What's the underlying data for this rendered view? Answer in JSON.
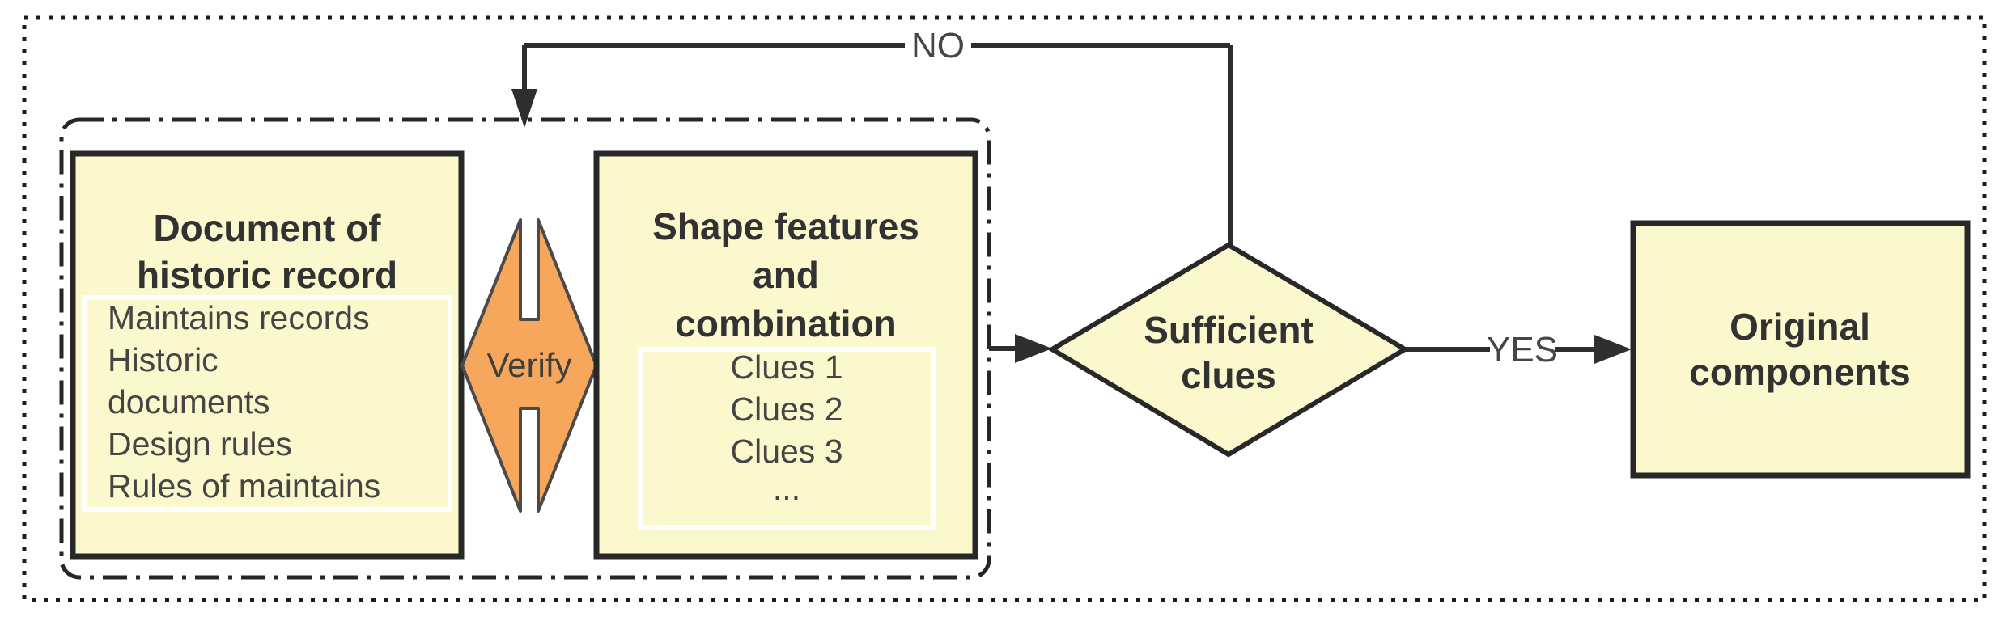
{
  "colors": {
    "background": "#ffffff",
    "node_fill": "#FBF8CD",
    "node_border": "#282828",
    "connector_line": "#2e2e2e",
    "verify_fill": "#F6A75C",
    "verify_border": "#4a4a4a",
    "inner_panel_border": "#ffffff",
    "title_text": "#323232",
    "body_text": "#454545"
  },
  "group": {
    "document_box": {
      "title_lines": [
        "Document of",
        "historic record"
      ],
      "list_lines": [
        "Maintains records",
        "Historic",
        "documents",
        "Design rules",
        "Rules of maintains"
      ]
    },
    "verify_label": "Verify",
    "features_box": {
      "title_lines": [
        "Shape features",
        "and",
        "combination"
      ],
      "clue_lines": [
        "Clues 1",
        "Clues 2",
        "Clues 3",
        "..."
      ]
    }
  },
  "decision": {
    "line1": "Sufficient",
    "line2": "clues"
  },
  "result_box": {
    "line1": "Original",
    "line2": "components"
  },
  "edge_labels": {
    "no": "NO",
    "yes": "YES"
  }
}
